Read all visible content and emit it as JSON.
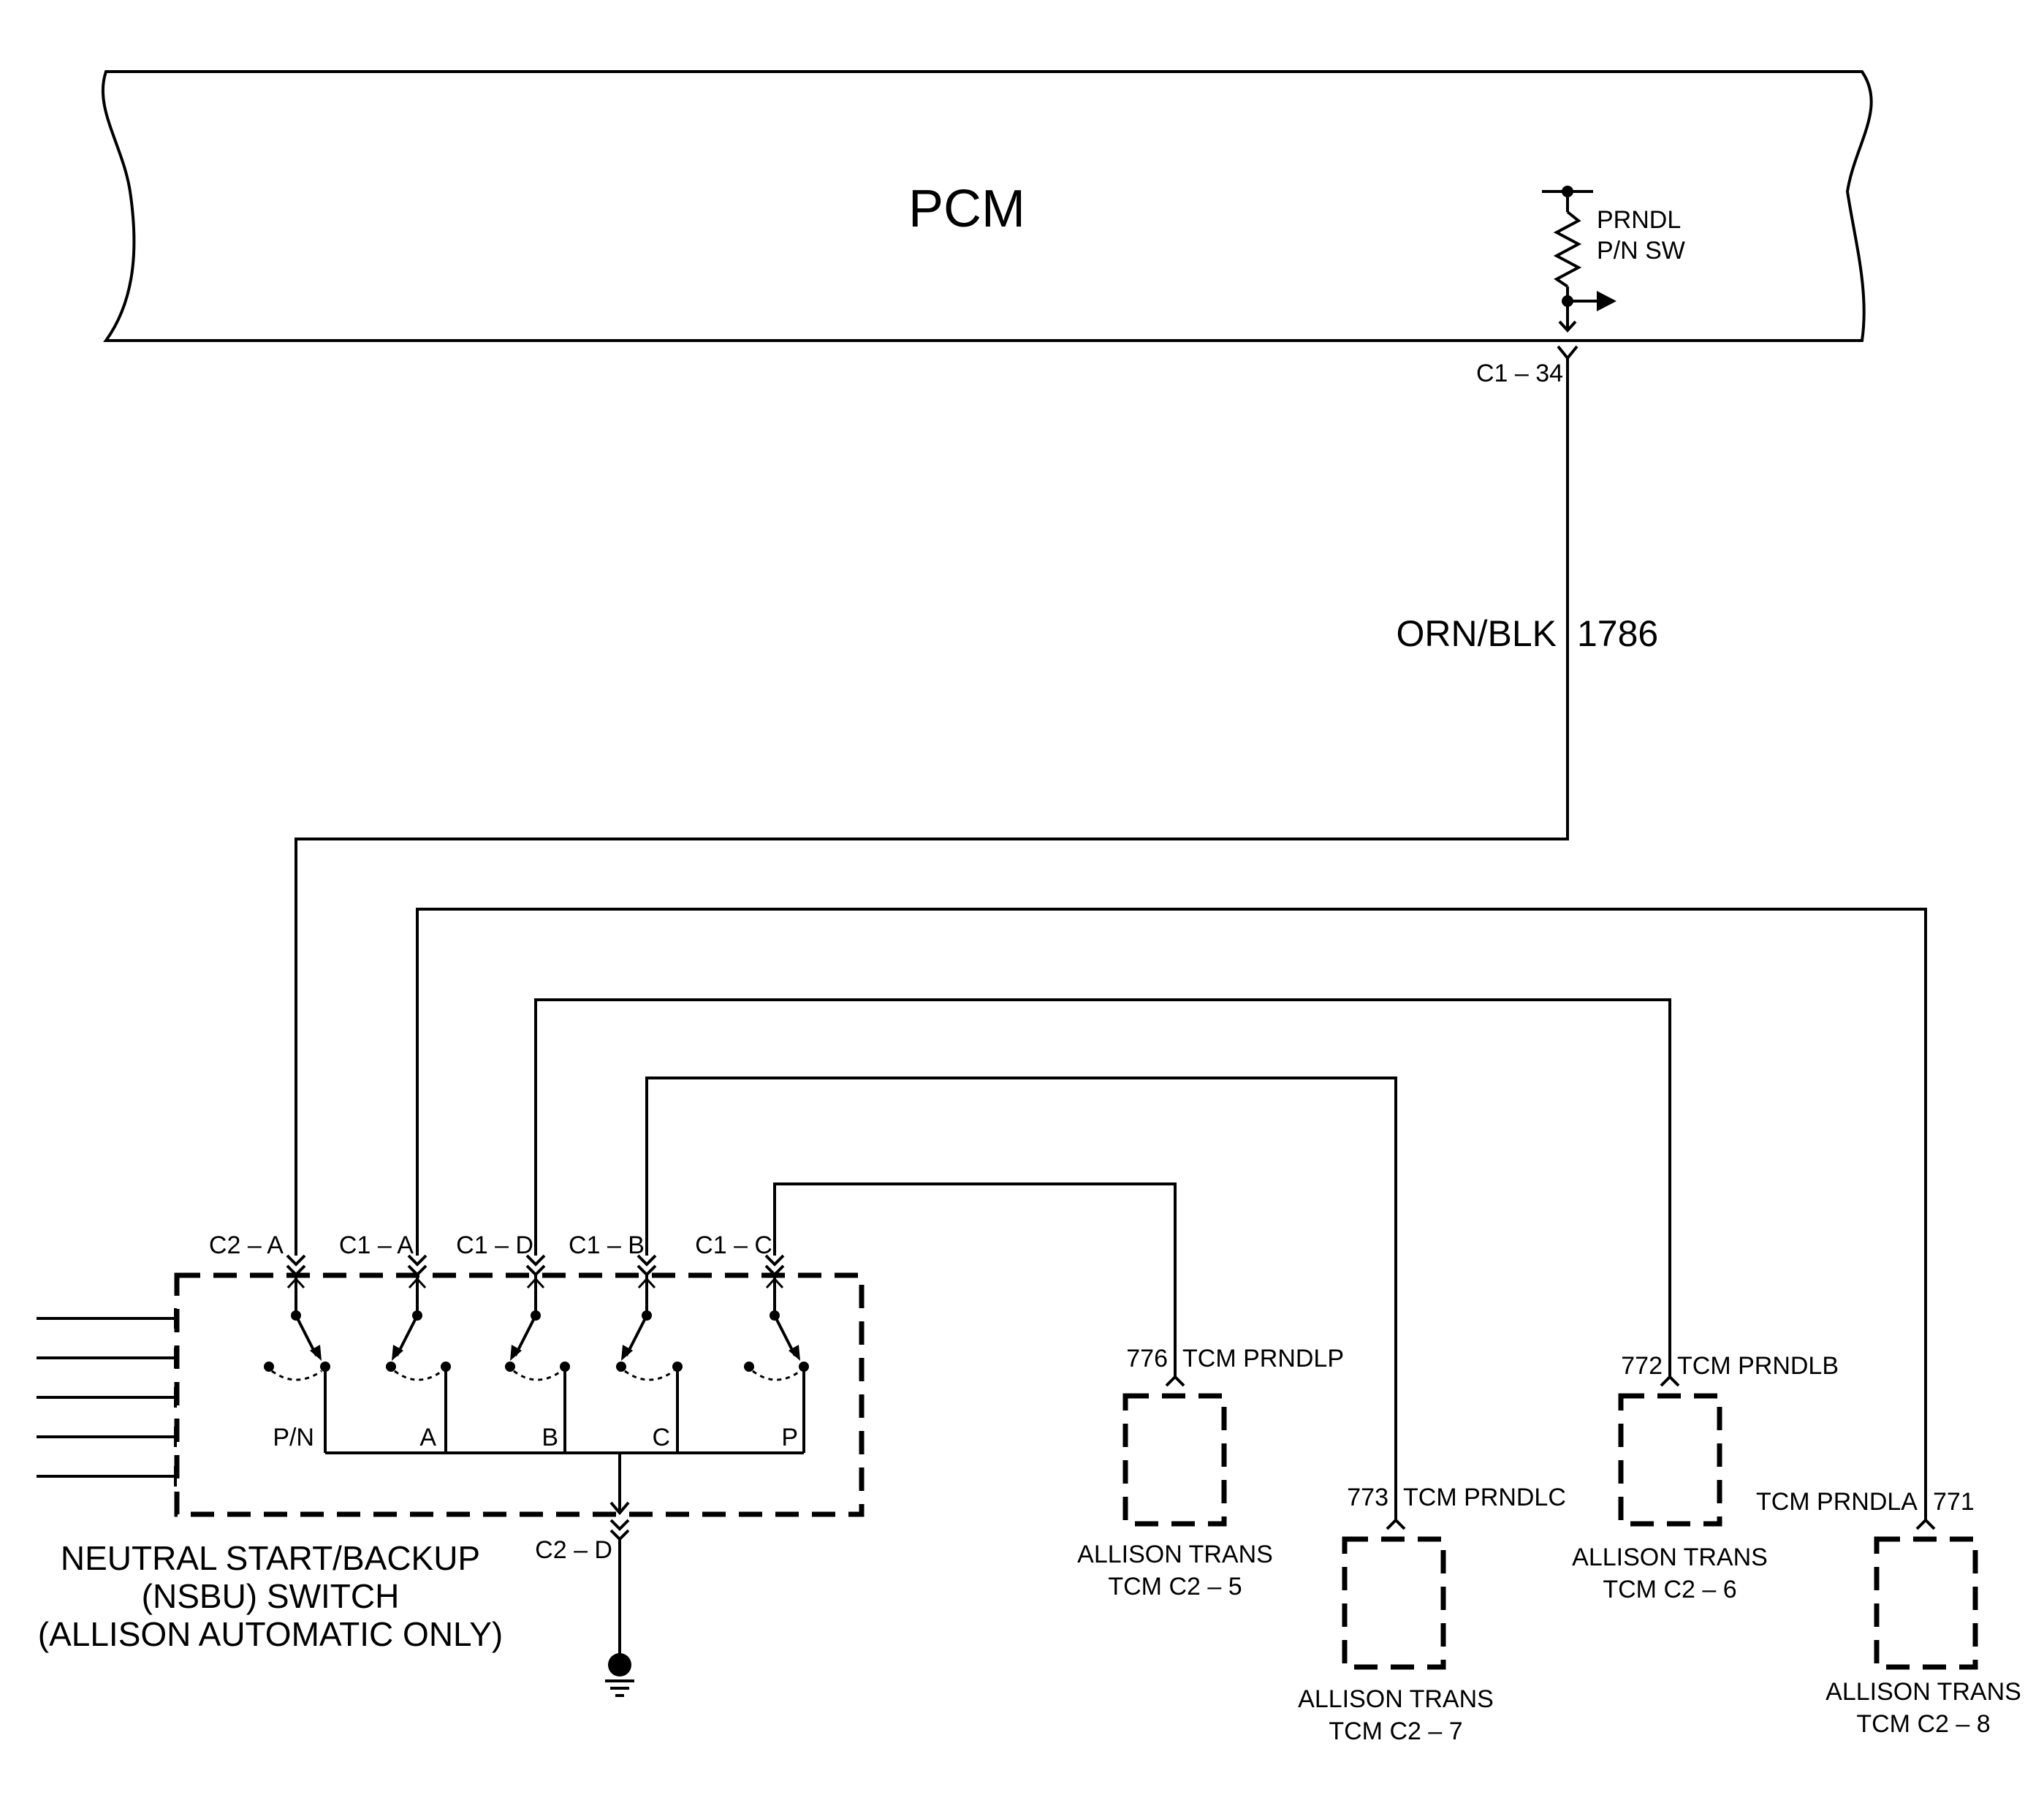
{
  "pcm": {
    "title": "PCM",
    "internal_label_1": "PRNDL",
    "internal_label_2": "P/N SW",
    "connector": "C1 – 34"
  },
  "wire_main": {
    "color": "ORN/BLK",
    "circuit": "1786"
  },
  "nsbu": {
    "name_line1": "NEUTRAL START/BACKUP",
    "name_line2": "(NSBU) SWITCH",
    "name_line3": "(ALLISON AUTOMATIC ONLY)",
    "connectors": [
      "C2 – A",
      "C1 – A",
      "C1 – D",
      "C1 – B",
      "C1 – C"
    ],
    "positions": [
      "P/N",
      "A",
      "B",
      "C",
      "P"
    ],
    "ground_connector": "C2 – D"
  },
  "tcm_circuits": [
    {
      "circuit": "776",
      "name": "TCM PRNDLP",
      "module_line1": "ALLISON TRANS",
      "module_line2": "TCM C2 – 5"
    },
    {
      "circuit": "773",
      "name": "TCM PRNDLC",
      "module_line1": "ALLISON TRANS",
      "module_line2": "TCM C2 – 7"
    },
    {
      "circuit": "772",
      "name": "TCM PRNDLB",
      "module_line1": "ALLISON TRANS",
      "module_line2": "TCM C2 – 6"
    },
    {
      "circuit": "771",
      "name": "TCM PRNDLA",
      "module_line1": "ALLISON TRANS",
      "module_line2": "TCM C2 – 8"
    }
  ]
}
